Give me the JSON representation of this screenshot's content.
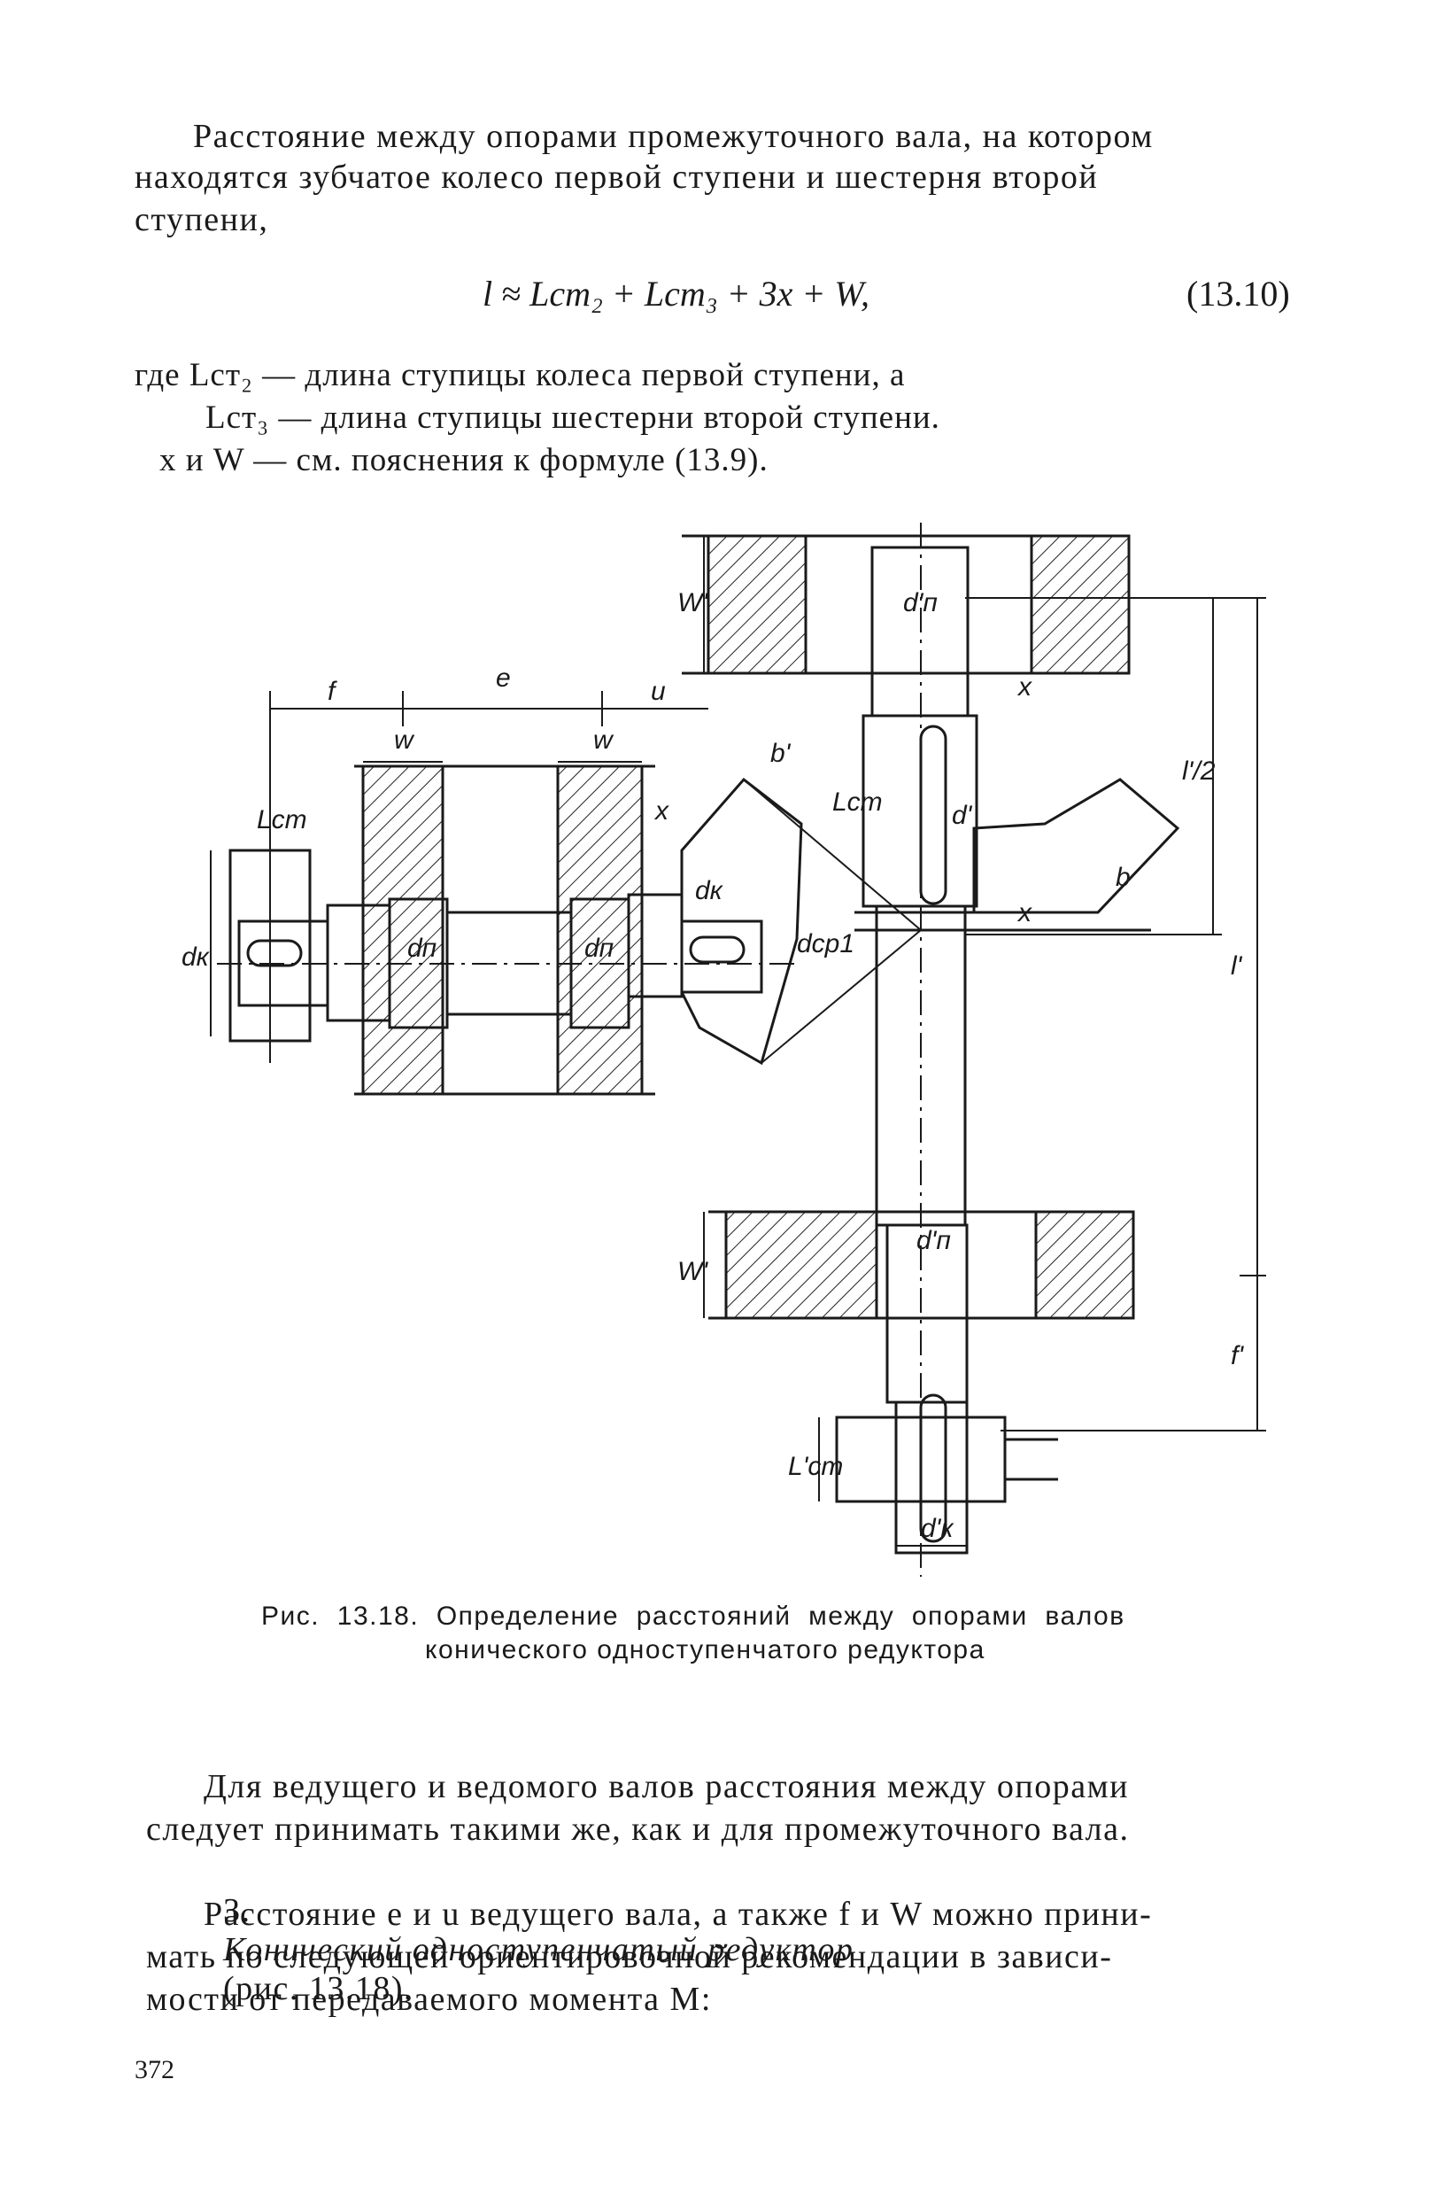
{
  "intro": {
    "line1": "Расстояние между опорами промежуточного вала, на котором",
    "line2": "находятся зубчатое колесо первой ступени и шестерня второй",
    "line3": "ступени,"
  },
  "formula": {
    "text": "l ≈ Lст₂ + Lст₃ + 3x + W,",
    "number": "(13.10)"
  },
  "where": {
    "line1": "где Lст₂ — длина ступицы колеса первой ступени, а",
    "line2": "Lст₃ — длина ступицы шестерни второй ступени.",
    "line3": "x и W — см. пояснения к формуле (13.9)."
  },
  "figure": {
    "labels": {
      "f": "f",
      "e": "e",
      "u": "u",
      "w1": "w",
      "w2": "w",
      "lcm": "Lcm",
      "dk": "dк",
      "dn1": "dп",
      "dn2": "dп",
      "dk2": "dк",
      "dcp": "dср1",
      "x1": "x",
      "b_prime": "b'",
      "lcm2": "Lcm",
      "d_prime": "d'",
      "b": "b",
      "wprime_top": "W'",
      "dn_top": "d'п",
      "x2": "x",
      "x3": "x",
      "l_half": "l'/2",
      "l_prime": "l'",
      "wprime_bot": "W'",
      "dn_bot": "d'п",
      "f_prime": "f'",
      "lcm_bot": "L'cm",
      "dk_bot": "d'к"
    }
  },
  "caption": {
    "line1": "Рис.  13.18.  Определение  расстояний  между  опорами  валов",
    "line2": "конического одноступенчатого редуктора"
  },
  "body": {
    "line1": "Для ведущего и ведомого валов расстояния между опорами",
    "line2": "следует принимать такими же, как и для промежуточного вала.",
    "line3_num": "3.",
    "line3_italic": "Конический одноступенчатый редуктор",
    "line3_rest": "(рис. 13.18).",
    "line4": "Расстояние e и u ведущего вала, а также f и W можно прини-",
    "line5": "мать по следующей ориентировочной рекомендации в зависи-",
    "line6": "мости от передаваемого момента M:"
  },
  "page_number": "372"
}
